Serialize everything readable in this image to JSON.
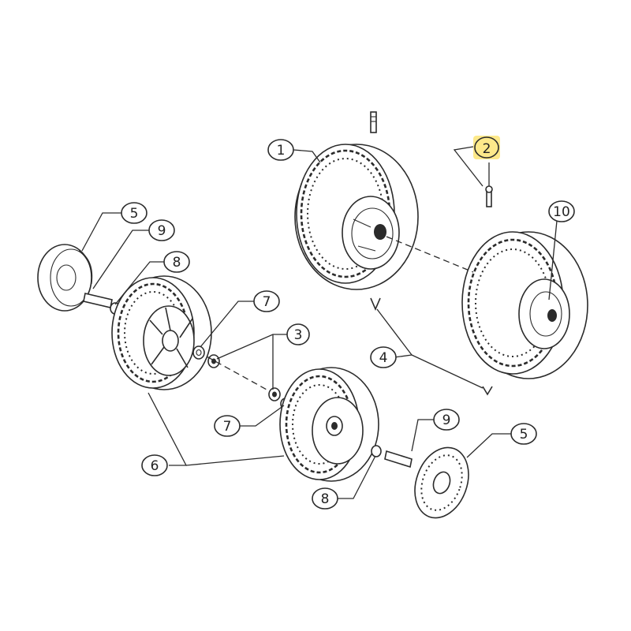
{
  "callouts": {
    "c1": "1",
    "c2": "2",
    "c3": "3",
    "c4": "4",
    "c5_left": "5",
    "c5_right": "5",
    "c6": "6",
    "c7_upper": "7",
    "c7_lower": "7",
    "c8_upper": "8",
    "c8_lower": "8",
    "c9_left": "9",
    "c9_right": "9",
    "c10": "10"
  },
  "colors": {
    "highlight": "#fde98a",
    "ink": "#2b2b2b"
  }
}
